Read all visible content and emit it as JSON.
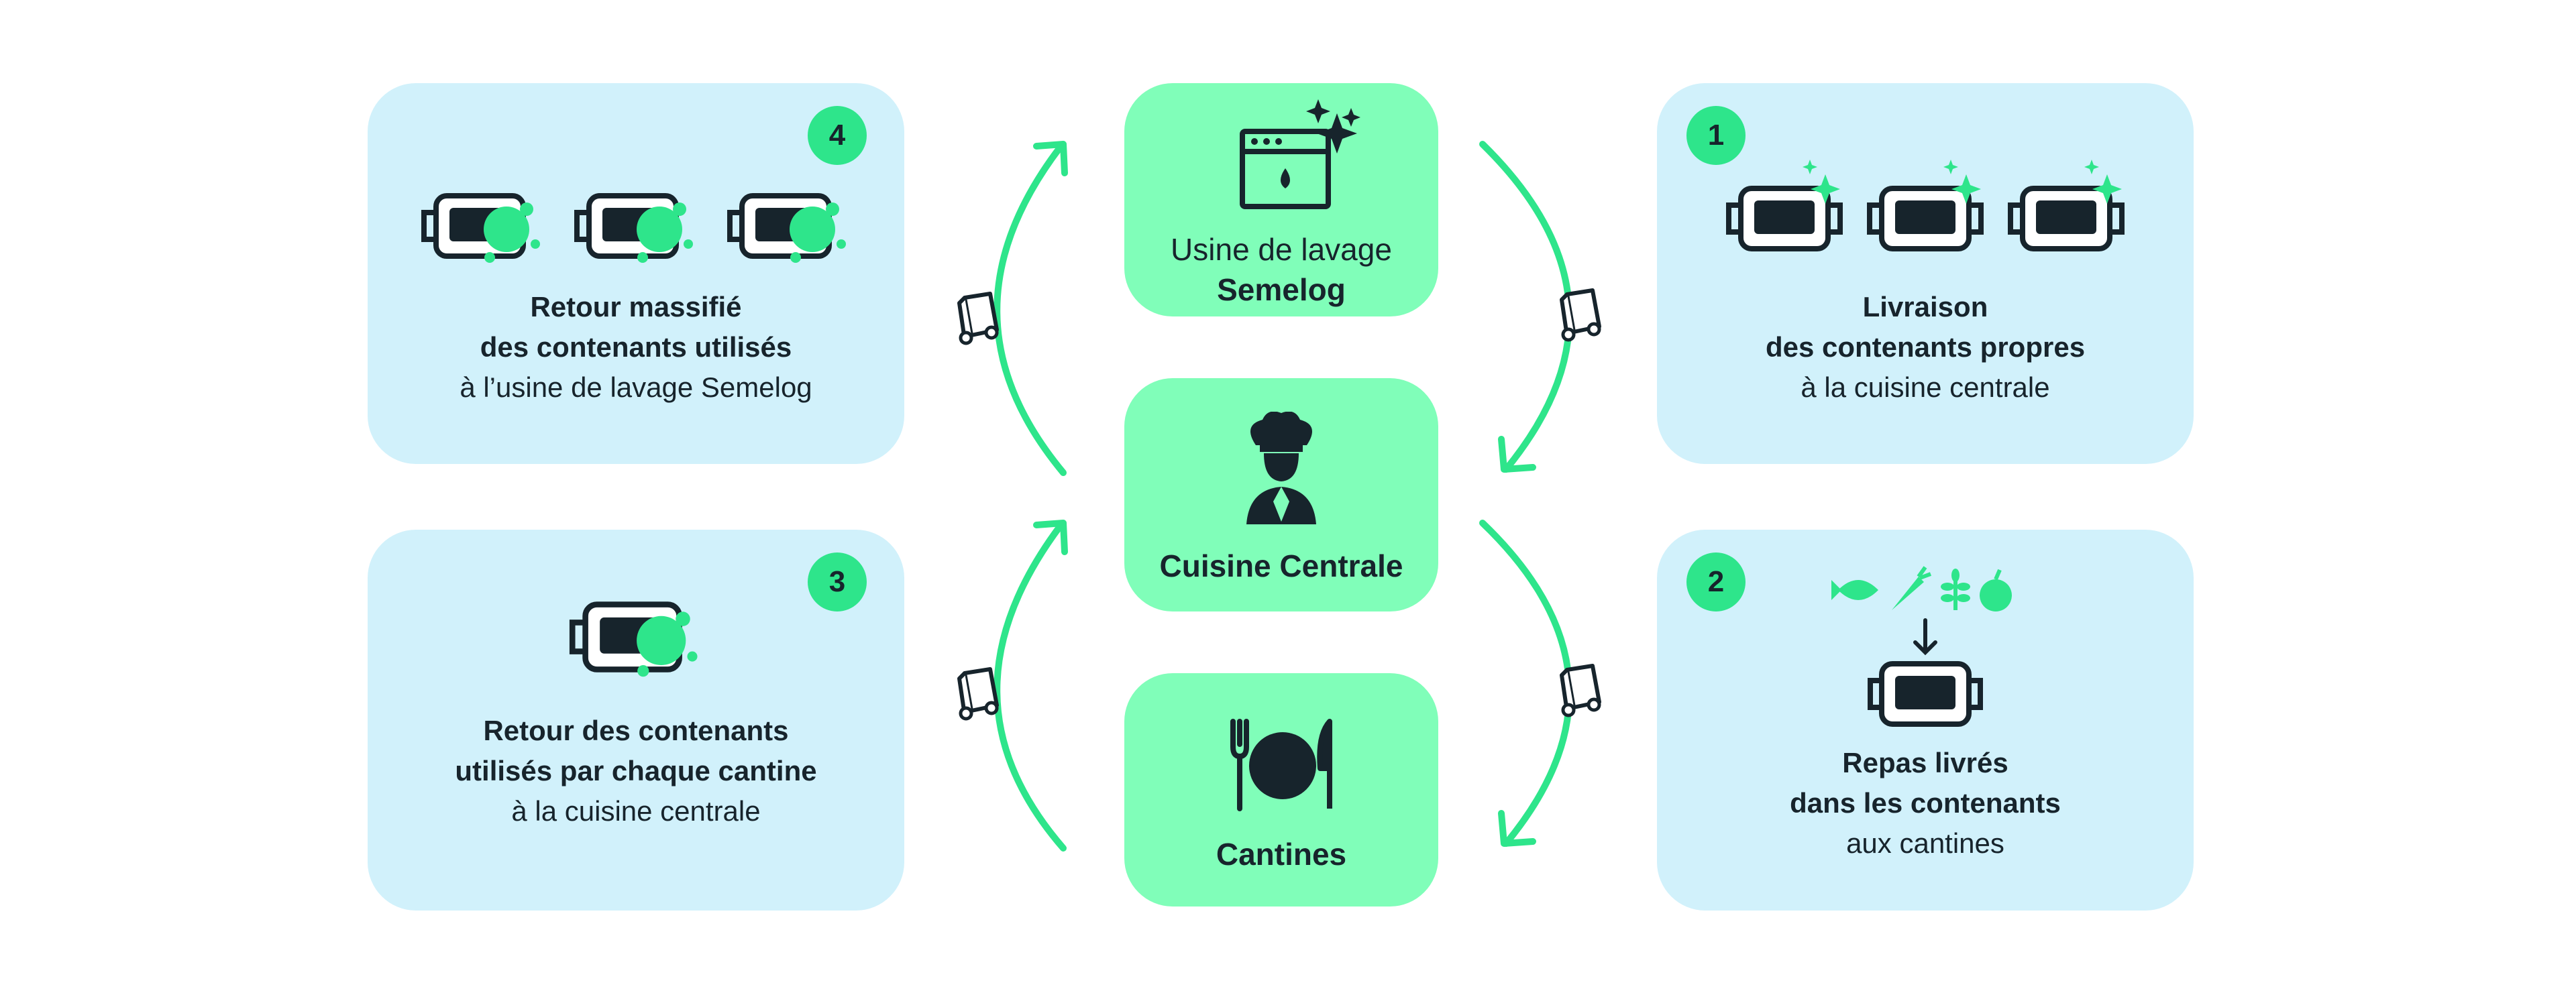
{
  "colors": {
    "step_card_bg": "#d1f1fb",
    "center_card_bg": "#80feb9",
    "accent_green": "#2ee58b",
    "dark": "#17242c"
  },
  "center": {
    "washing_plant": {
      "line1": "Usine de lavage",
      "line2": "Semelog",
      "icon": "dishwasher-sparkle-icon"
    },
    "central_kitchen": {
      "label": "Cuisine Centrale",
      "icon": "chef-icon"
    },
    "canteens": {
      "label": "Cantines",
      "icon": "plate-cutlery-icon"
    }
  },
  "steps": [
    {
      "number": "1",
      "bold1": "Livraison",
      "bold2": "des contenants propres",
      "normal": "à la cuisine centrale",
      "icon": "clean-containers-icon"
    },
    {
      "number": "2",
      "bold1": "Repas livrés",
      "bold2": "dans les contenants",
      "normal": "aux cantines",
      "icon": "food-into-container-icon"
    },
    {
      "number": "3",
      "bold1": "Retour des contenants",
      "bold2": "utilisés par chaque cantine",
      "normal": "à la cuisine centrale",
      "icon": "dirty-container-icon"
    },
    {
      "number": "4",
      "bold1": "Retour massifié",
      "bold2": "des contenants utilisés",
      "normal": "à l’usine de lavage Semelog",
      "icon": "dirty-containers-icon"
    }
  ]
}
